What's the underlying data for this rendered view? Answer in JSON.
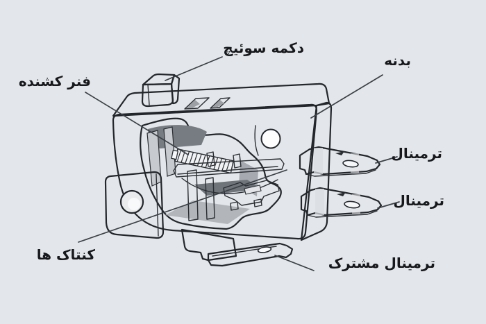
{
  "diagram": {
    "subject": "micro-switch-parts",
    "background_color": "#E3E6EA",
    "outline_color": "#23272C",
    "cavity_color": "#8A8F96",
    "text_color": "#16181C",
    "labels": {
      "switch_button": "دکمه سوئیچ",
      "body": "بدنه",
      "tension_spring": "فنر کشنده",
      "terminal_top": "ترمینال",
      "terminal_bottom": "ترمینال",
      "contacts": "کنتاک ها",
      "common_terminal": "ترمینال مشترک"
    }
  }
}
